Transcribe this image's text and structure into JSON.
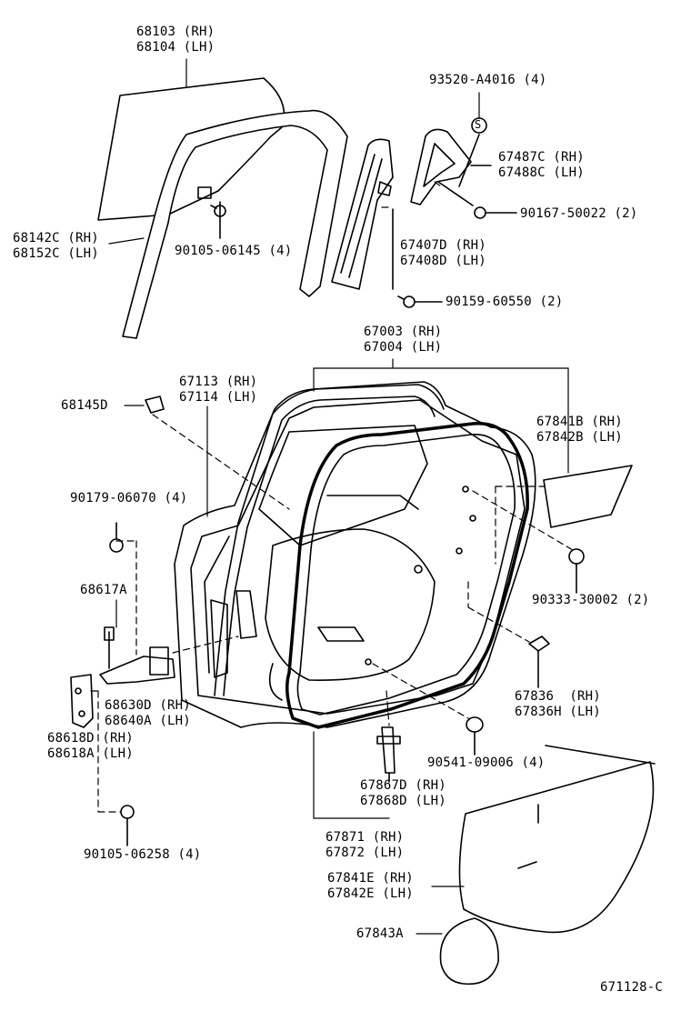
{
  "figure_code": "671128-C",
  "parts": {
    "window_glass": [
      "68103 (RH)",
      "68104 (LH)"
    ],
    "run_channel": [
      "68142C (RH)",
      "68152C (LH)"
    ],
    "glass_bolt": "90105-06145 (4)",
    "screw_s": "93520-A4016 (4)",
    "screw_s_symbol": "S",
    "quarter_frame": [
      "67487C (RH)",
      "67488C (LH)"
    ],
    "quarter_bolt": "90167-50022 (2)",
    "division_bar": [
      "67407D (RH)",
      "67408D (LH)"
    ],
    "division_bolt": "90159-60550 (2)",
    "door_panel": [
      "67003 (RH)",
      "67004 (LH)"
    ],
    "door_inner_seal": [
      "67113 (RH)",
      "67114 (LH)"
    ],
    "stopper_cushion": "68145D",
    "service_cover_upper": [
      "67841B (RH)",
      "67842B (LH)"
    ],
    "hinge_bolt_upper": "90179-06070 (4)",
    "plug": "90333-30002 (2)",
    "check_pin": "68617A",
    "grommet": [
      "67836  (RH)",
      "67836H (LH)"
    ],
    "door_check": [
      "68630D (RH)",
      "68640A (LH)"
    ],
    "door_hinge": [
      "68618D (RH)",
      "68618A (LH)"
    ],
    "plug_hole": "90541-09006 (4)",
    "weatherstrip_clip": [
      "67867D (RH)",
      "67868D (LH)"
    ],
    "hinge_bolt_lower": "90105-06258 (4)",
    "weatherstrip": [
      "67871 (RH)",
      "67872 (LH)"
    ],
    "service_cover_lower": [
      "67841E (RH)",
      "67842E (LH)"
    ],
    "cover_pad": "67843A"
  }
}
